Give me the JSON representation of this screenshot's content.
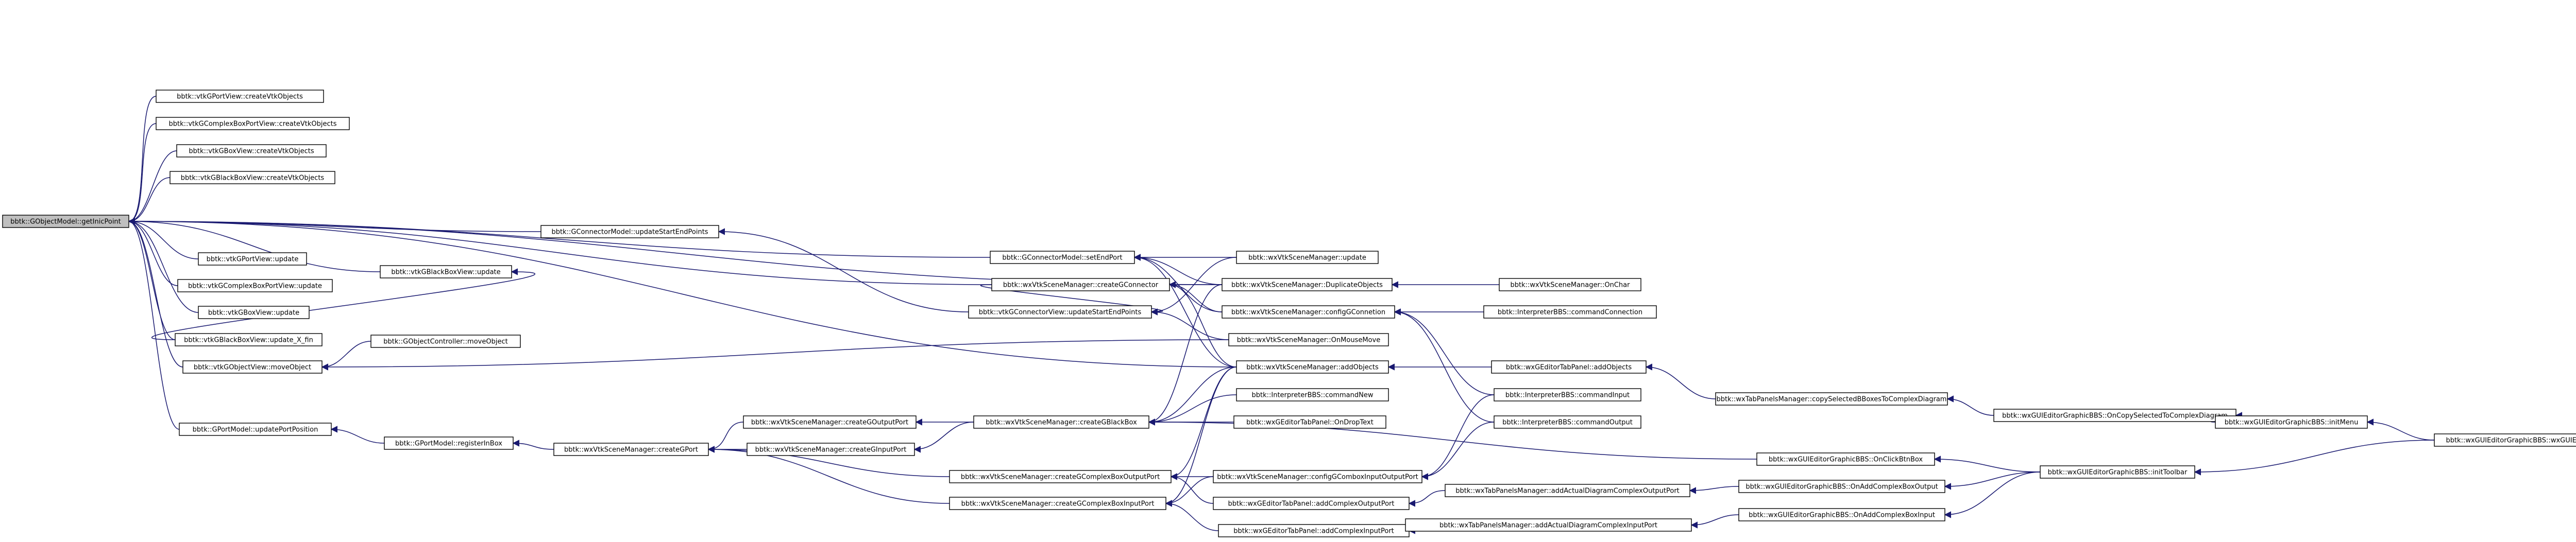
{
  "colors": {
    "edge": "#191970",
    "focus_node_fill": "#bfbfbf",
    "node_border": "#000000",
    "background": "#ffffff"
  },
  "nodes": [
    {
      "id": "getInicPoint",
      "label": "bbtk::GObjectModel::getInicPoint",
      "focus": true
    },
    {
      "id": "vtkGPortView_create",
      "label": "bbtk::vtkGPortView::createVtkObjects"
    },
    {
      "id": "vtkGComplexBoxPortView_create",
      "label": "bbtk::vtkGComplexBoxPortView::createVtkObjects"
    },
    {
      "id": "vtkGBoxView_create",
      "label": "bbtk::vtkGBoxView::createVtkObjects"
    },
    {
      "id": "vtkGBlackBoxView_create",
      "label": "bbtk::vtkGBlackBoxView::createVtkObjects"
    },
    {
      "id": "GConnectorModel_updateStartEnd",
      "label": "bbtk::GConnectorModel::updateStartEndPoints"
    },
    {
      "id": "GConnectorModel_setEndPort",
      "label": "bbtk::GConnectorModel::setEndPort"
    },
    {
      "id": "vtkGPortView_update",
      "label": "bbtk::vtkGPortView::update"
    },
    {
      "id": "vtkGBlackBoxView_update",
      "label": "bbtk::vtkGBlackBoxView::update"
    },
    {
      "id": "vtkGComplexBoxPortView_update",
      "label": "bbtk::vtkGComplexBoxPortView::update"
    },
    {
      "id": "vtkGBoxView_update",
      "label": "bbtk::vtkGBoxView::update"
    },
    {
      "id": "vtkGBlackBoxView_update_X_fin",
      "label": "bbtk::vtkGBlackBoxView::update_X_fin"
    },
    {
      "id": "GObjectController_moveObject",
      "label": "bbtk::GObjectController::moveObject"
    },
    {
      "id": "vtkGObjectView_moveObject",
      "label": "bbtk::vtkGObjectView::moveObject"
    },
    {
      "id": "GPortModel_updatePortPosition",
      "label": "bbtk::GPortModel::updatePortPosition"
    },
    {
      "id": "GPortModel_registerInBox",
      "label": "bbtk::GPortModel::registerInBox"
    },
    {
      "id": "wxVtkSM_createGPort",
      "label": "bbtk::wxVtkSceneManager::createGPort"
    },
    {
      "id": "wxVtkSM_createGOutputPort",
      "label": "bbtk::wxVtkSceneManager::createGOutputPort"
    },
    {
      "id": "wxVtkSM_createGInputPort",
      "label": "bbtk::wxVtkSceneManager::createGInputPort"
    },
    {
      "id": "wxVtkSM_createGComplexBoxOutputPort",
      "label": "bbtk::wxVtkSceneManager::createGComplexBoxOutputPort"
    },
    {
      "id": "wxVtkSM_createGComplexBoxInputPort",
      "label": "bbtk::wxVtkSceneManager::createGComplexBoxInputPort"
    },
    {
      "id": "vtkGConnectorView_updateStartEnd",
      "label": "bbtk::vtkGConnectorView::updateStartEndPoints"
    },
    {
      "id": "wxVtkSM_createGConnector",
      "label": "bbtk::wxVtkSceneManager::createGConnector"
    },
    {
      "id": "wxVtkSM_createGBlackBox",
      "label": "bbtk::wxVtkSceneManager::createGBlackBox"
    },
    {
      "id": "wxVtkSM_update",
      "label": "bbtk::wxVtkSceneManager::update"
    },
    {
      "id": "wxVtkSM_DuplicateObjects",
      "label": "bbtk::wxVtkSceneManager::DuplicateObjects"
    },
    {
      "id": "wxVtkSM_configGConnetion",
      "label": "bbtk::wxVtkSceneManager::configGConnetion"
    },
    {
      "id": "wxVtkSM_OnMouseMove",
      "label": "bbtk::wxVtkSceneManager::OnMouseMove"
    },
    {
      "id": "wxVtkSM_addObjects",
      "label": "bbtk::wxVtkSceneManager::addObjects"
    },
    {
      "id": "InterpreterBBS_commandNew",
      "label": "bbtk::InterpreterBBS::commandNew"
    },
    {
      "id": "wxGEditorTabPanel_OnDropText",
      "label": "bbtk::wxGEditorTabPanel::OnDropText"
    },
    {
      "id": "wxVtkSM_configGComboxInputOutputPort",
      "label": "bbtk::wxVtkSceneManager::configGComboxInputOutputPort"
    },
    {
      "id": "wxGEditorTabPanel_addComplexOutputPort",
      "label": "bbtk::wxGEditorTabPanel::addComplexOutputPort"
    },
    {
      "id": "wxGEditorTabPanel_addComplexInputPort",
      "label": "bbtk::wxGEditorTabPanel::addComplexInputPort"
    },
    {
      "id": "wxVtkSM_OnChar",
      "label": "bbtk::wxVtkSceneManager::OnChar"
    },
    {
      "id": "InterpreterBBS_commandConnection",
      "label": "bbtk::InterpreterBBS::commandConnection"
    },
    {
      "id": "wxGEditorTabPanel_addObjects",
      "label": "bbtk::wxGEditorTabPanel::addObjects"
    },
    {
      "id": "InterpreterBBS_commandInput",
      "label": "bbtk::InterpreterBBS::commandInput"
    },
    {
      "id": "InterpreterBBS_commandOutput",
      "label": "bbtk::InterpreterBBS::commandOutput"
    },
    {
      "id": "wxTabPanelsManager_copySelected",
      "label": "bbtk::wxTabPanelsManager::copySelectedBBoxesToComplexDiagram"
    },
    {
      "id": "wxGUIEditorGraphicBBS_OnCopySelected",
      "label": "bbtk::wxGUIEditorGraphicBBS::OnCopySelectedToComplexDiagram"
    },
    {
      "id": "wxGUIEditorGraphicBBS_initMenu",
      "label": "bbtk::wxGUIEditorGraphicBBS::initMenu"
    },
    {
      "id": "wxGUIEditorGraphicBBS_ctor",
      "label": "bbtk::wxGUIEditorGraphicBBS::wxGUIEditorGraphicBBS"
    },
    {
      "id": "wxGUIEditorGraphicBBS_OnClickBtnBox",
      "label": "bbtk::wxGUIEditorGraphicBBS::OnClickBtnBox"
    },
    {
      "id": "wxGUIEditorGraphicBBS_initToolbar",
      "label": "bbtk::wxGUIEditorGraphicBBS::initToolbar"
    },
    {
      "id": "wxTabPanelsManager_addActualComplexOutputPort",
      "label": "bbtk::wxTabPanelsManager::addActualDiagramComplexOutputPort"
    },
    {
      "id": "wxGUIEditorGraphicBBS_OnAddComplexBoxOutput",
      "label": "bbtk::wxGUIEditorGraphicBBS::OnAddComplexBoxOutput"
    },
    {
      "id": "wxTabPanelsManager_addActualComplexInputPort",
      "label": "bbtk::wxTabPanelsManager::addActualDiagramComplexInputPort"
    },
    {
      "id": "wxGUIEditorGraphicBBS_OnAddComplexBoxInput",
      "label": "bbtk::wxGUIEditorGraphicBBS::OnAddComplexBoxInput"
    }
  ],
  "edges": [
    [
      "vtkGPortView_create",
      "getInicPoint"
    ],
    [
      "vtkGComplexBoxPortView_create",
      "getInicPoint"
    ],
    [
      "vtkGBoxView_create",
      "getInicPoint"
    ],
    [
      "vtkGBlackBoxView_create",
      "getInicPoint"
    ],
    [
      "GConnectorModel_updateStartEnd",
      "getInicPoint"
    ],
    [
      "vtkGPortView_update",
      "getInicPoint"
    ],
    [
      "vtkGComplexBoxPortView_update",
      "getInicPoint"
    ],
    [
      "vtkGBoxView_update",
      "getInicPoint"
    ],
    [
      "vtkGBlackBoxView_update_X_fin",
      "getInicPoint"
    ],
    [
      "vtkGObjectView_moveObject",
      "getInicPoint"
    ],
    [
      "GPortModel_updatePortPosition",
      "getInicPoint"
    ],
    [
      "GConnectorModel_setEndPort",
      "getInicPoint"
    ],
    [
      "wxVtkSM_DuplicateObjects",
      "getInicPoint"
    ],
    [
      "wxVtkSM_addObjects",
      "getInicPoint"
    ],
    [
      "wxVtkSM_createGConnector",
      "getInicPoint"
    ],
    [
      "vtkGBlackBoxView_update",
      "getInicPoint"
    ],
    [
      "vtkGConnectorView_updateStartEnd",
      "GConnectorModel_updateStartEnd"
    ],
    [
      "vtkGBlackBoxView_update_X_fin",
      "vtkGBlackBoxView_update"
    ],
    [
      "GObjectController_moveObject",
      "vtkGObjectView_moveObject"
    ],
    [
      "wxVtkSM_OnMouseMove",
      "vtkGObjectView_moveObject"
    ],
    [
      "GPortModel_registerInBox",
      "GPortModel_updatePortPosition"
    ],
    [
      "wxVtkSM_createGPort",
      "GPortModel_registerInBox"
    ],
    [
      "wxVtkSM_createGOutputPort",
      "wxVtkSM_createGPort"
    ],
    [
      "wxVtkSM_createGInputPort",
      "wxVtkSM_createGPort"
    ],
    [
      "wxVtkSM_createGComplexBoxOutputPort",
      "wxVtkSM_createGPort"
    ],
    [
      "wxVtkSM_createGComplexBoxInputPort",
      "wxVtkSM_createGPort"
    ],
    [
      "wxVtkSM_createGBlackBox",
      "wxVtkSM_createGOutputPort"
    ],
    [
      "wxVtkSM_createGBlackBox",
      "wxVtkSM_createGInputPort"
    ],
    [
      "wxVtkSM_createGConnector",
      "vtkGConnectorView_updateStartEnd"
    ],
    [
      "wxVtkSM_update",
      "GConnectorModel_setEndPort"
    ],
    [
      "wxVtkSM_DuplicateObjects",
      "GConnectorModel_setEndPort"
    ],
    [
      "wxVtkSM_configGConnetion",
      "GConnectorModel_setEndPort"
    ],
    [
      "wxVtkSM_addObjects",
      "GConnectorModel_setEndPort"
    ],
    [
      "wxVtkSM_update",
      "vtkGConnectorView_updateStartEnd"
    ],
    [
      "wxVtkSM_OnMouseMove",
      "vtkGConnectorView_updateStartEnd"
    ],
    [
      "wxVtkSM_configGConnetion",
      "wxVtkSM_createGConnector"
    ],
    [
      "wxVtkSM_DuplicateObjects",
      "wxVtkSM_createGConnector"
    ],
    [
      "wxVtkSM_addObjects",
      "wxVtkSM_createGConnector"
    ],
    [
      "wxVtkSM_addObjects",
      "wxVtkSM_createGBlackBox"
    ],
    [
      "InterpreterBBS_commandNew",
      "wxVtkSM_createGBlackBox"
    ],
    [
      "wxGEditorTabPanel_OnDropText",
      "wxVtkSM_createGBlackBox"
    ],
    [
      "wxVtkSM_DuplicateObjects",
      "wxVtkSM_createGBlackBox"
    ],
    [
      "wxGUIEditorGraphicBBS_OnClickBtnBox",
      "wxVtkSM_createGBlackBox"
    ],
    [
      "wxVtkSM_configGComboxInputOutputPort",
      "wxVtkSM_createGComplexBoxOutputPort"
    ],
    [
      "wxGEditorTabPanel_addComplexOutputPort",
      "wxVtkSM_createGComplexBoxOutputPort"
    ],
    [
      "wxVtkSM_configGComboxInputOutputPort",
      "wxVtkSM_createGComplexBoxInputPort"
    ],
    [
      "wxGEditorTabPanel_addComplexInputPort",
      "wxVtkSM_createGComplexBoxInputPort"
    ],
    [
      "wxVtkSM_addObjects",
      "wxVtkSM_createGComplexBoxOutputPort"
    ],
    [
      "wxVtkSM_addObjects",
      "wxVtkSM_createGComplexBoxInputPort"
    ],
    [
      "wxVtkSM_OnChar",
      "wxVtkSM_DuplicateObjects"
    ],
    [
      "InterpreterBBS_commandConnection",
      "wxVtkSM_configGConnetion"
    ],
    [
      "wxGEditorTabPanel_addObjects",
      "wxVtkSM_addObjects"
    ],
    [
      "InterpreterBBS_commandInput",
      "wxVtkSM_configGComboxInputOutputPort"
    ],
    [
      "InterpreterBBS_commandOutput",
      "wxVtkSM_configGComboxInputOutputPort"
    ],
    [
      "InterpreterBBS_commandInput",
      "wxVtkSM_configGConnetion"
    ],
    [
      "InterpreterBBS_commandOutput",
      "wxVtkSM_configGConnetion"
    ],
    [
      "wxTabPanelsManager_copySelected",
      "wxGEditorTabPanel_addObjects"
    ],
    [
      "wxGUIEditorGraphicBBS_OnCopySelected",
      "wxTabPanelsManager_copySelected"
    ],
    [
      "wxGUIEditorGraphicBBS_initMenu",
      "wxGUIEditorGraphicBBS_OnCopySelected"
    ],
    [
      "wxGUIEditorGraphicBBS_ctor",
      "wxGUIEditorGraphicBBS_initMenu"
    ],
    [
      "wxGUIEditorGraphicBBS_initToolbar",
      "wxGUIEditorGraphicBBS_OnClickBtnBox"
    ],
    [
      "wxGUIEditorGraphicBBS_ctor",
      "wxGUIEditorGraphicBBS_initToolbar"
    ],
    [
      "wxTabPanelsManager_addActualComplexOutputPort",
      "wxGEditorTabPanel_addComplexOutputPort"
    ],
    [
      "wxGUIEditorGraphicBBS_OnAddComplexBoxOutput",
      "wxTabPanelsManager_addActualComplexOutputPort"
    ],
    [
      "wxGUIEditorGraphicBBS_initToolbar",
      "wxGUIEditorGraphicBBS_OnAddComplexBoxOutput"
    ],
    [
      "wxTabPanelsManager_addActualComplexInputPort",
      "wxGEditorTabPanel_addComplexInputPort"
    ],
    [
      "wxGUIEditorGraphicBBS_OnAddComplexBoxInput",
      "wxTabPanelsManager_addActualComplexInputPort"
    ],
    [
      "wxGUIEditorGraphicBBS_initToolbar",
      "wxGUIEditorGraphicBBS_OnAddComplexBoxInput"
    ]
  ]
}
